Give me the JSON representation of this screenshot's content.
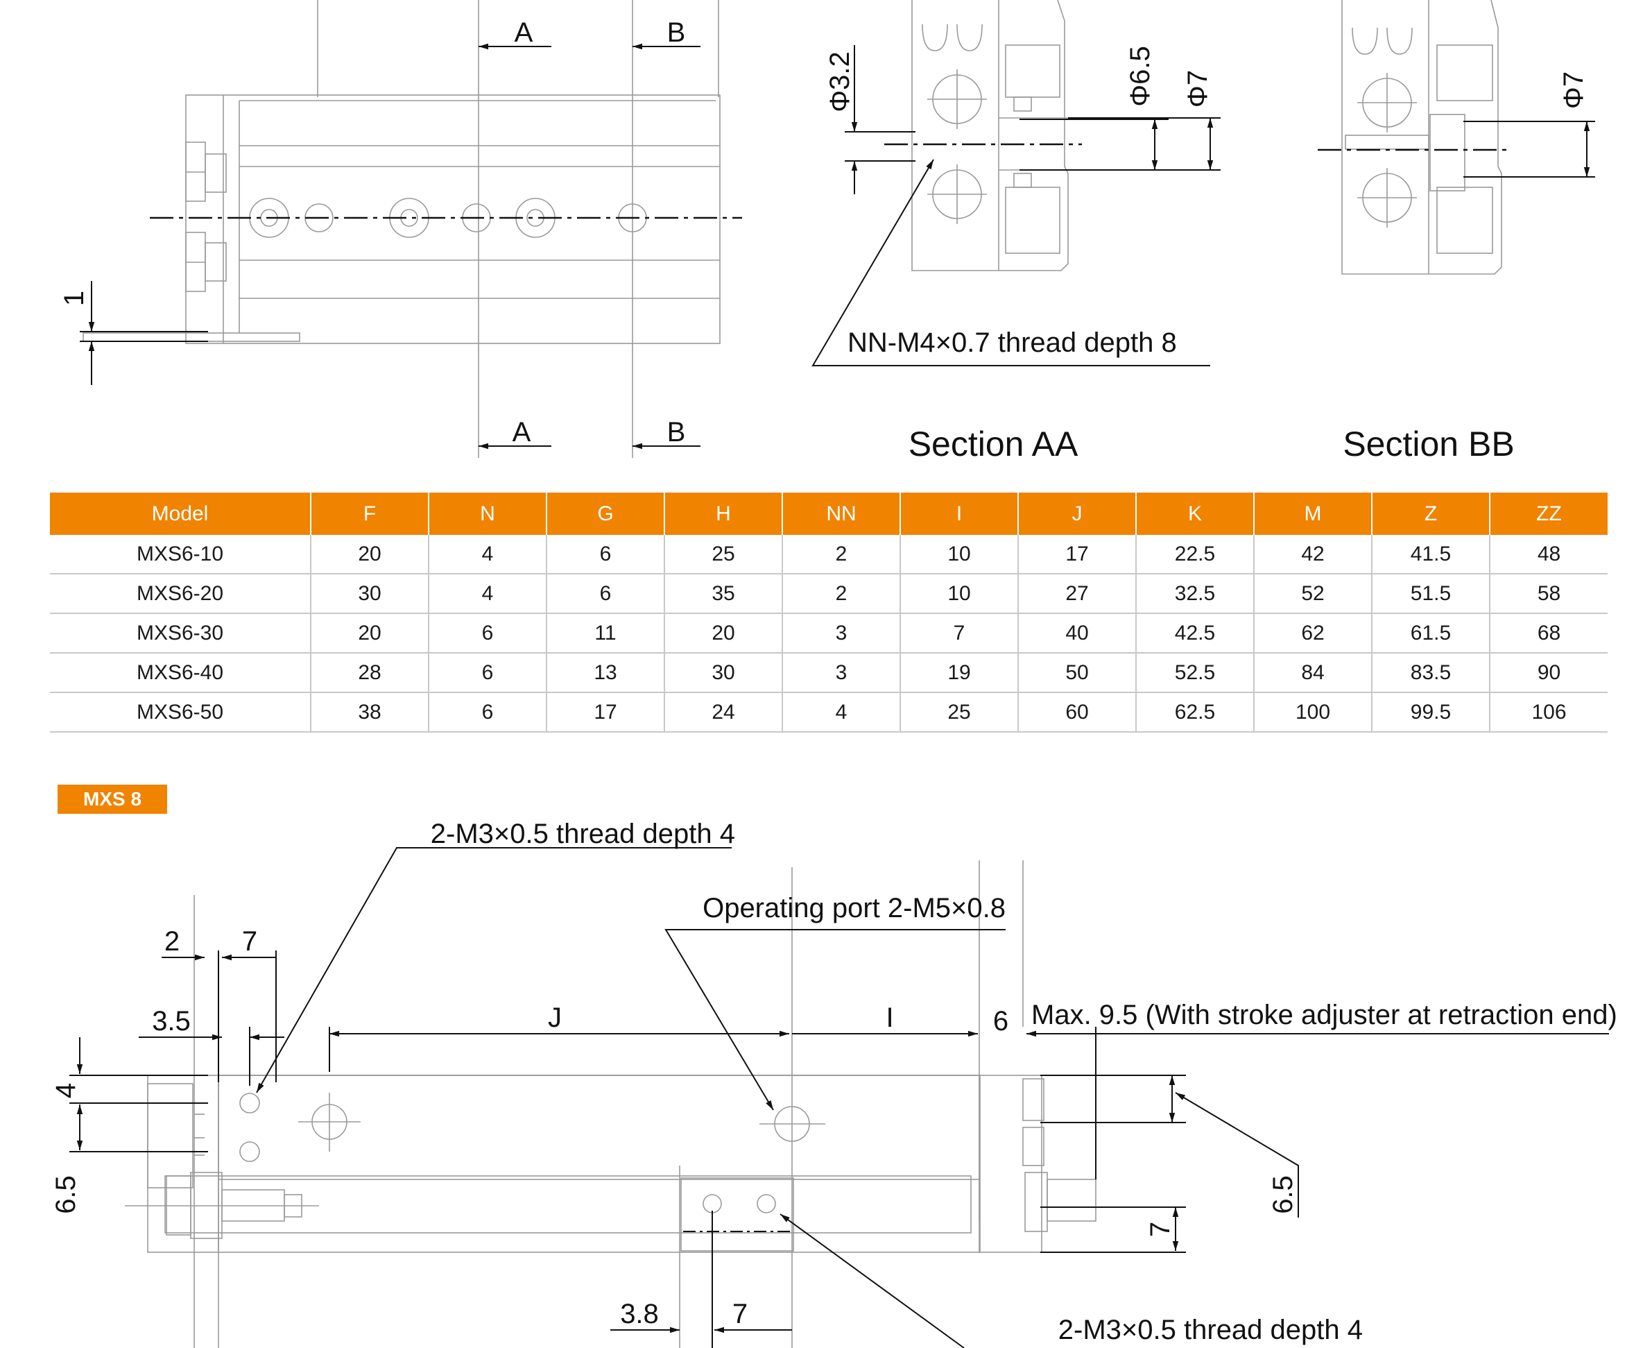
{
  "drawing_top": {
    "section_marks": [
      "A",
      "B",
      "A",
      "B"
    ],
    "dim_left": "1",
    "section_aa": {
      "title": "Section AA",
      "dims": [
        "Φ3.2",
        "Φ6.5",
        "Φ7"
      ],
      "callout": "NN-M4×0.7 thread depth 8"
    },
    "section_bb": {
      "title": "Section BB",
      "dims": [
        "Φ7"
      ]
    }
  },
  "table": {
    "headers": [
      "Model",
      "F",
      "N",
      "G",
      "H",
      "NN",
      "I",
      "J",
      "K",
      "M",
      "Z",
      "ZZ"
    ],
    "rows": [
      [
        "MXS6-10",
        "20",
        "4",
        "6",
        "25",
        "2",
        "10",
        "17",
        "22.5",
        "42",
        "41.5",
        "48"
      ],
      [
        "MXS6-20",
        "30",
        "4",
        "6",
        "35",
        "2",
        "10",
        "27",
        "32.5",
        "52",
        "51.5",
        "58"
      ],
      [
        "MXS6-30",
        "20",
        "6",
        "11",
        "20",
        "3",
        "7",
        "40",
        "42.5",
        "62",
        "61.5",
        "68"
      ],
      [
        "MXS6-40",
        "28",
        "6",
        "13",
        "30",
        "3",
        "19",
        "50",
        "52.5",
        "84",
        "83.5",
        "90"
      ],
      [
        "MXS6-50",
        "38",
        "6",
        "17",
        "24",
        "4",
        "25",
        "60",
        "62.5",
        "100",
        "99.5",
        "106"
      ]
    ]
  },
  "mxs8": {
    "badge": "MXS 8",
    "callout_top": "2-M3×0.5 thread depth 4",
    "callout_port": "Operating port 2-M5×0.8",
    "callout_bottom": "2-M3×0.5 thread depth 4",
    "max_note": "Max. 9.5 (With stroke adjuster at retraction end)",
    "dims": {
      "d2": "2",
      "d7a": "7",
      "d35": "3.5",
      "dJ": "J",
      "dI": "I",
      "d6": "6",
      "d4": "4",
      "d65a": "6.5",
      "d65b": "6.5",
      "d7b": "7",
      "d38": "3.8",
      "d7c": "7"
    }
  }
}
